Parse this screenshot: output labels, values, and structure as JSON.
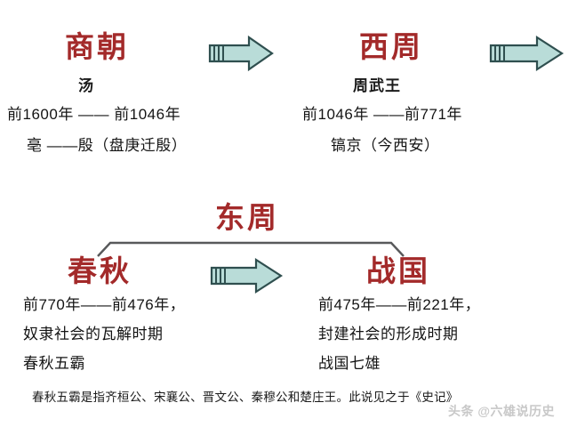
{
  "page": {
    "background_color": "#ffffff",
    "title_color": "#a32a2a",
    "text_color": "#141414",
    "arrow_fill": "#b9dcd8",
    "arrow_stroke": "#2f4f4f",
    "bracket_color": "#58595b"
  },
  "blocks": {
    "shang": {
      "dynasty": "商朝",
      "ruler": "汤",
      "period": "前1600年 —— 前1046年",
      "capital": "亳 ——殷（盘庚迁殷）"
    },
    "xizhou": {
      "dynasty": "西周",
      "ruler": "周武王",
      "period": "前1046年 ——前771年",
      "capital": "镐京（今西安）"
    },
    "dongzhou": {
      "dynasty": "东周"
    },
    "chunqiu": {
      "dynasty": "春秋",
      "period": "前770年——前476年，",
      "society": "奴隶社会的瓦解时期",
      "note": "春秋五霸"
    },
    "zhanguo": {
      "dynasty": "战国",
      "period": "前475年——前221年，",
      "society": "封建社会的形成时期",
      "note": "战国七雄"
    }
  },
  "footnote": {
    "text": "春秋五霸是指齐桓公、宋襄公、晋文公、秦穆公和楚庄王。此说见之于《史记》"
  },
  "watermark": {
    "text": "头条 @六雄说历史"
  },
  "icons": {
    "arrow_shang_to_xizhou": "right-arrow-icon",
    "arrow_xizhou_to_dongzhou": "right-arrow-icon",
    "arrow_chunqiu_to_zhanguo": "right-arrow-icon",
    "bracket_dongzhou": "bracket-icon"
  }
}
